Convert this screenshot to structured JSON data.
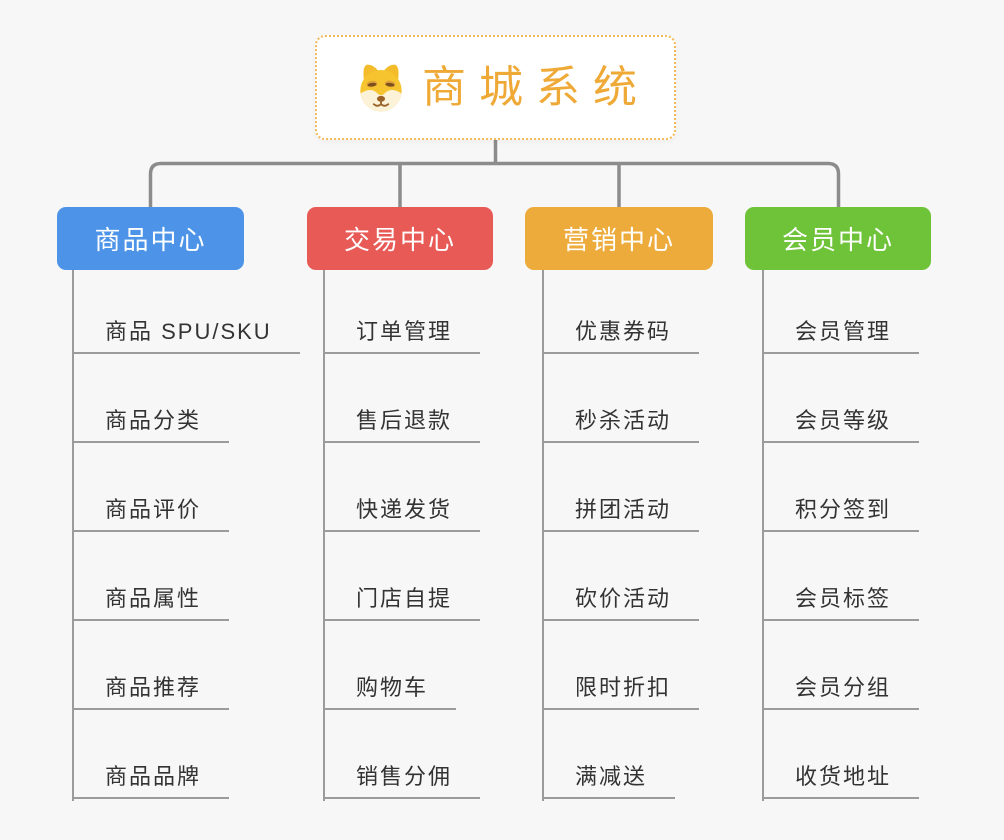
{
  "page": {
    "background_color": "#f7f7f7"
  },
  "root": {
    "title": "商城系统",
    "icon": "dog-face-icon",
    "text_color": "#efa937",
    "border_color": "#f2b95a",
    "background_color": "#ffffff"
  },
  "connectors": {
    "tree_line_color": "#8c8c8c",
    "child_line_color": "#9b9b9b"
  },
  "child_text_color": "#333333",
  "branches": [
    {
      "label": "商品中心",
      "color": "#4d94e8",
      "children": [
        "商品 SPU/SKU",
        "商品分类",
        "商品评价",
        "商品属性",
        "商品推荐",
        "商品品牌"
      ]
    },
    {
      "label": "交易中心",
      "color": "#e85a56",
      "children": [
        "订单管理",
        "售后退款",
        "快递发货",
        "门店自提",
        "购物车",
        "销售分佣"
      ]
    },
    {
      "label": "营销中心",
      "color": "#edab3c",
      "children": [
        "优惠券码",
        "秒杀活动",
        "拼团活动",
        "砍价活动",
        "限时折扣",
        "满减送"
      ]
    },
    {
      "label": "会员中心",
      "color": "#6ec338",
      "children": [
        "会员管理",
        "会员等级",
        "积分签到",
        "会员标签",
        "会员分组",
        "收货地址"
      ]
    }
  ]
}
